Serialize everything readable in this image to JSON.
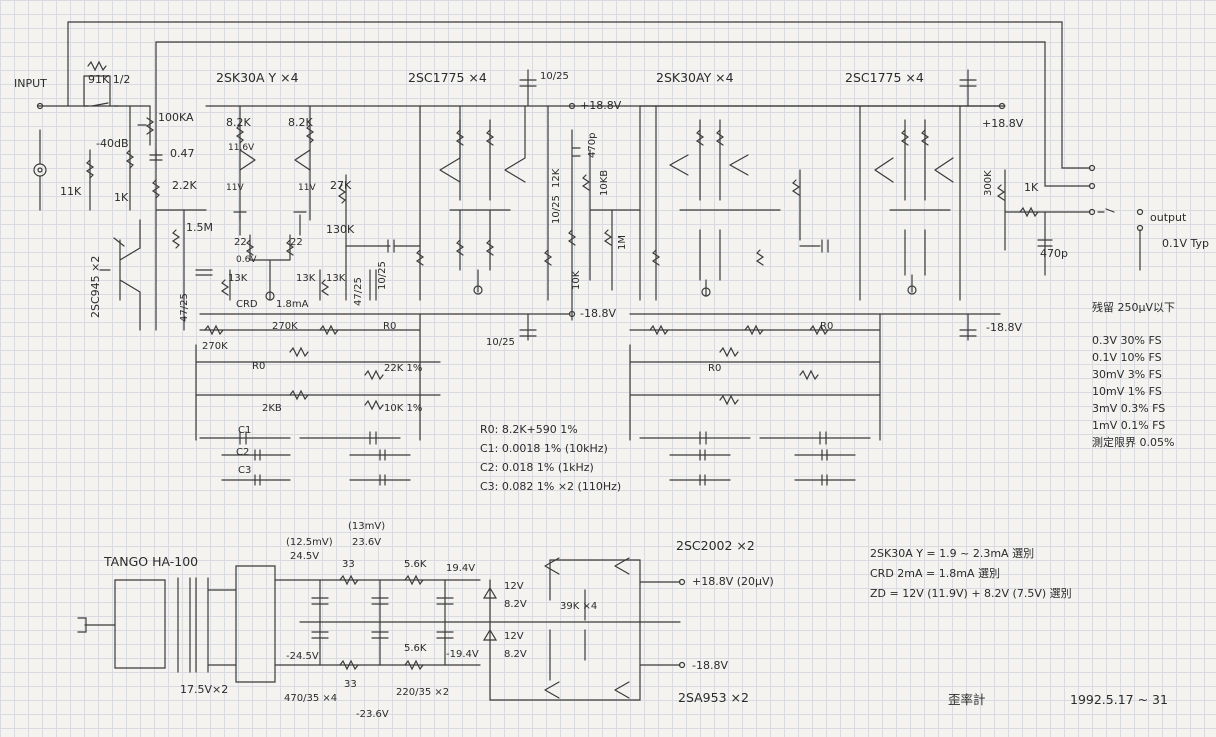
{
  "input_label": "INPUT",
  "att_res": "91K 1/2",
  "att_db": "-40dB",
  "pot": "100KA",
  "cap_in": "0.47",
  "r_in2": "2.2K",
  "r_11k": "11K",
  "r_1k_in": "1K",
  "r_1m5": "1.5M",
  "q_2sc945": "2SC945 ×2",
  "q1": "2SK30A Y ×4",
  "q2": "2SC1775 ×4",
  "q3": "2SK30AY ×4",
  "q4": "2SC1775 ×4",
  "r_82k_a": "8.2K",
  "r_82k_b": "8.2K",
  "v_116": "11.6V",
  "v_11a": "11V",
  "v_11b": "11V",
  "r_22a": "22",
  "r_22b": "22",
  "v_06": "0.6V",
  "r_13k_a": "13K",
  "r_13k_b": "13K",
  "r_13k_c": "13K",
  "crd": "CRD",
  "crd_ma": "1.8mA",
  "cap_47_25": "47/25",
  "cap_47_25b": "47/25",
  "r_27k": "27K",
  "r_130k": "130K",
  "cap_10_25_a": "10/25",
  "cap_10_25_b": "10/25",
  "cap_10_25_c": "10/25",
  "cap_10_25_d": "10/25",
  "cap_470p_a": "470p",
  "r_12k": "12K",
  "r_10kb": "10KB",
  "r_1m": "1M",
  "r_10k": "10K",
  "r_270k_a": "270K",
  "r_270k_b": "270K",
  "r0_a": "R0",
  "r0_b": "R0",
  "r0_c": "R0",
  "r0_d": "R0",
  "r_22k": "22K 1%",
  "r_10k1": "10K 1%",
  "r_2kb": "2KB",
  "c1": "C1",
  "c2": "C2",
  "c3": "C3",
  "plus_188": "+18.8V",
  "minus_188": "-18.8V",
  "plus_188_r": "+18.8V",
  "minus_188_r": "-18.8V",
  "r_300k": "300K",
  "r_1k_out": "1K",
  "cap_470p_b": "470p",
  "output_label": "output",
  "output_typ": "0.1V Typ",
  "notes": [
    "R0: 8.2K+590 1%",
    "C1: 0.0018 1% (10kHz)",
    "C2: 0.018 1% (1kHz)",
    "C3: 0.082 1% ×2 (110Hz)"
  ],
  "residual_title": "残留 250μV以下",
  "ranges": [
    "0.3V  30% FS",
    "0.1V  10% FS",
    "30mV  3% FS",
    "10mV  1% FS",
    "3mV  0.3% FS",
    "1mV  0.1% FS"
  ],
  "limit": "測定限界 0.05%",
  "ps": {
    "transformer": "TANGO HA-100",
    "secondary": "17.5V×2",
    "v_125": "(12.5mV)",
    "v_245": "24.5V",
    "v_13": "(13mV)",
    "v_236": "23.6V",
    "r33a": "33",
    "r33b": "33",
    "r56a": "5.6K",
    "r56b": "5.6K",
    "v_194": "19.4V",
    "v_m194": "-19.4V",
    "v_m245": "-24.5V",
    "v_m236": "-23.6V",
    "zd12a": "12V",
    "zd82a": "8.2V",
    "zd12b": "12V",
    "zd82b": "8.2V",
    "r39k": "39K ×4",
    "cap_470": "470/35 ×4",
    "cap_220": "220/35 ×2",
    "q_npn": "2SC2002 ×2",
    "q_pnp": "2SA953 ×2",
    "out_pos": "+18.8V  (20μV)",
    "out_neg": "-18.8V"
  },
  "selection": [
    "2SK30A Y = 1.9 ~ 2.3mA 選別",
    "CRD 2mA = 1.8mA 選別",
    "ZD = 12V (11.9V) + 8.2V (7.5V) 選別"
  ],
  "title": "歪率計",
  "date": "1992.5.17 ~ 31"
}
